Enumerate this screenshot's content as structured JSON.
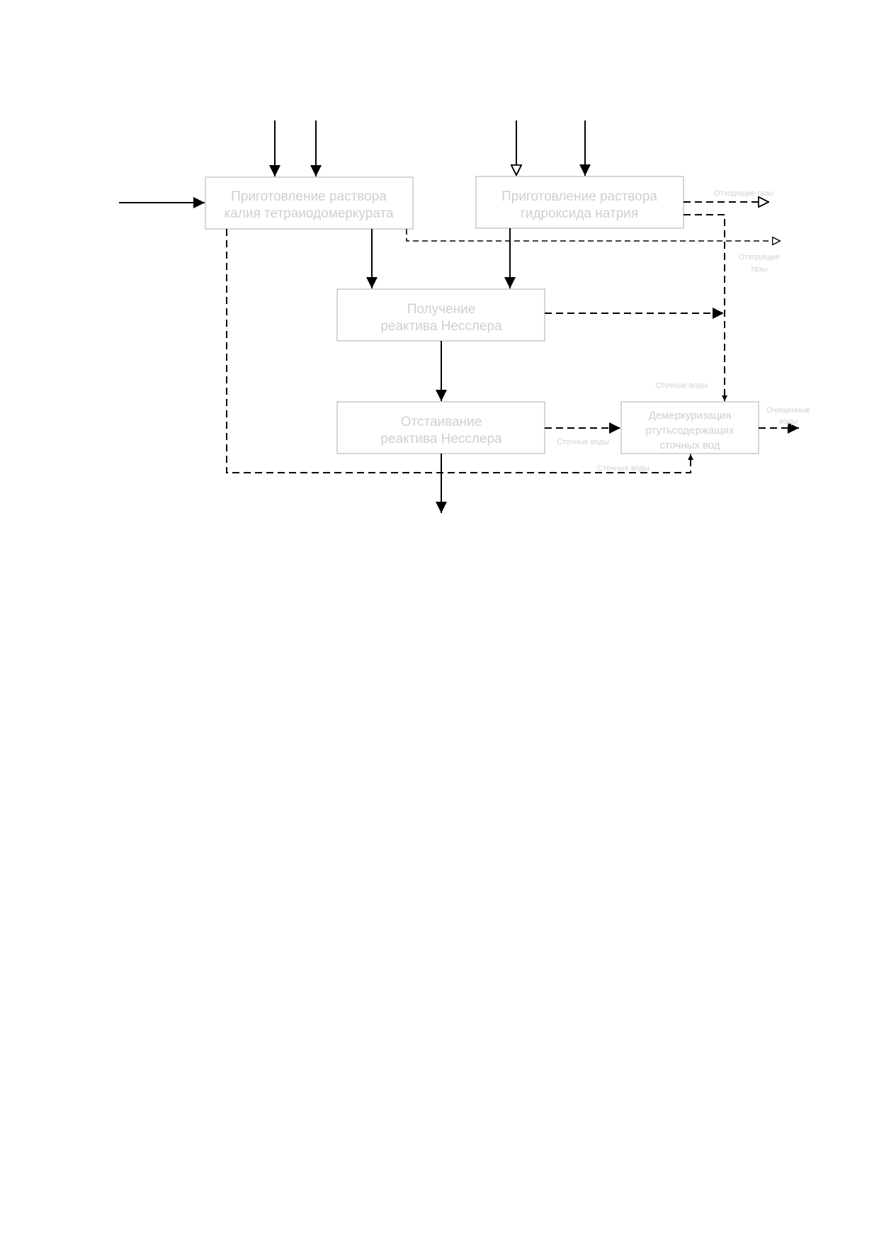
{
  "diagram": {
    "boxes": [
      {
        "id": "box1",
        "lines": [
          "Приготовление раствора",
          "калия тетраиодомеркурата"
        ]
      },
      {
        "id": "box2",
        "lines": [
          "Приготовление раствора",
          "гидроксида натрия"
        ]
      },
      {
        "id": "box3",
        "lines": [
          "Получение",
          "реактива Несслера"
        ]
      },
      {
        "id": "box4",
        "lines": [
          "Отстаивание",
          "реактива Несслера"
        ]
      },
      {
        "id": "box5",
        "lines": [
          "Демеркуризация",
          "ртутьсодержащих",
          "сточных вод"
        ]
      }
    ],
    "labels": {
      "offgas_top": "Отходящие газы",
      "offgas_mid": [
        "Отходящие",
        "газы"
      ],
      "wastewater_top": "Сточные воды",
      "wastewater_box4": "Сточные воды",
      "wastewater_bottom": "Сточные воды",
      "treated_water": [
        "Очищенные",
        "воды"
      ]
    }
  }
}
